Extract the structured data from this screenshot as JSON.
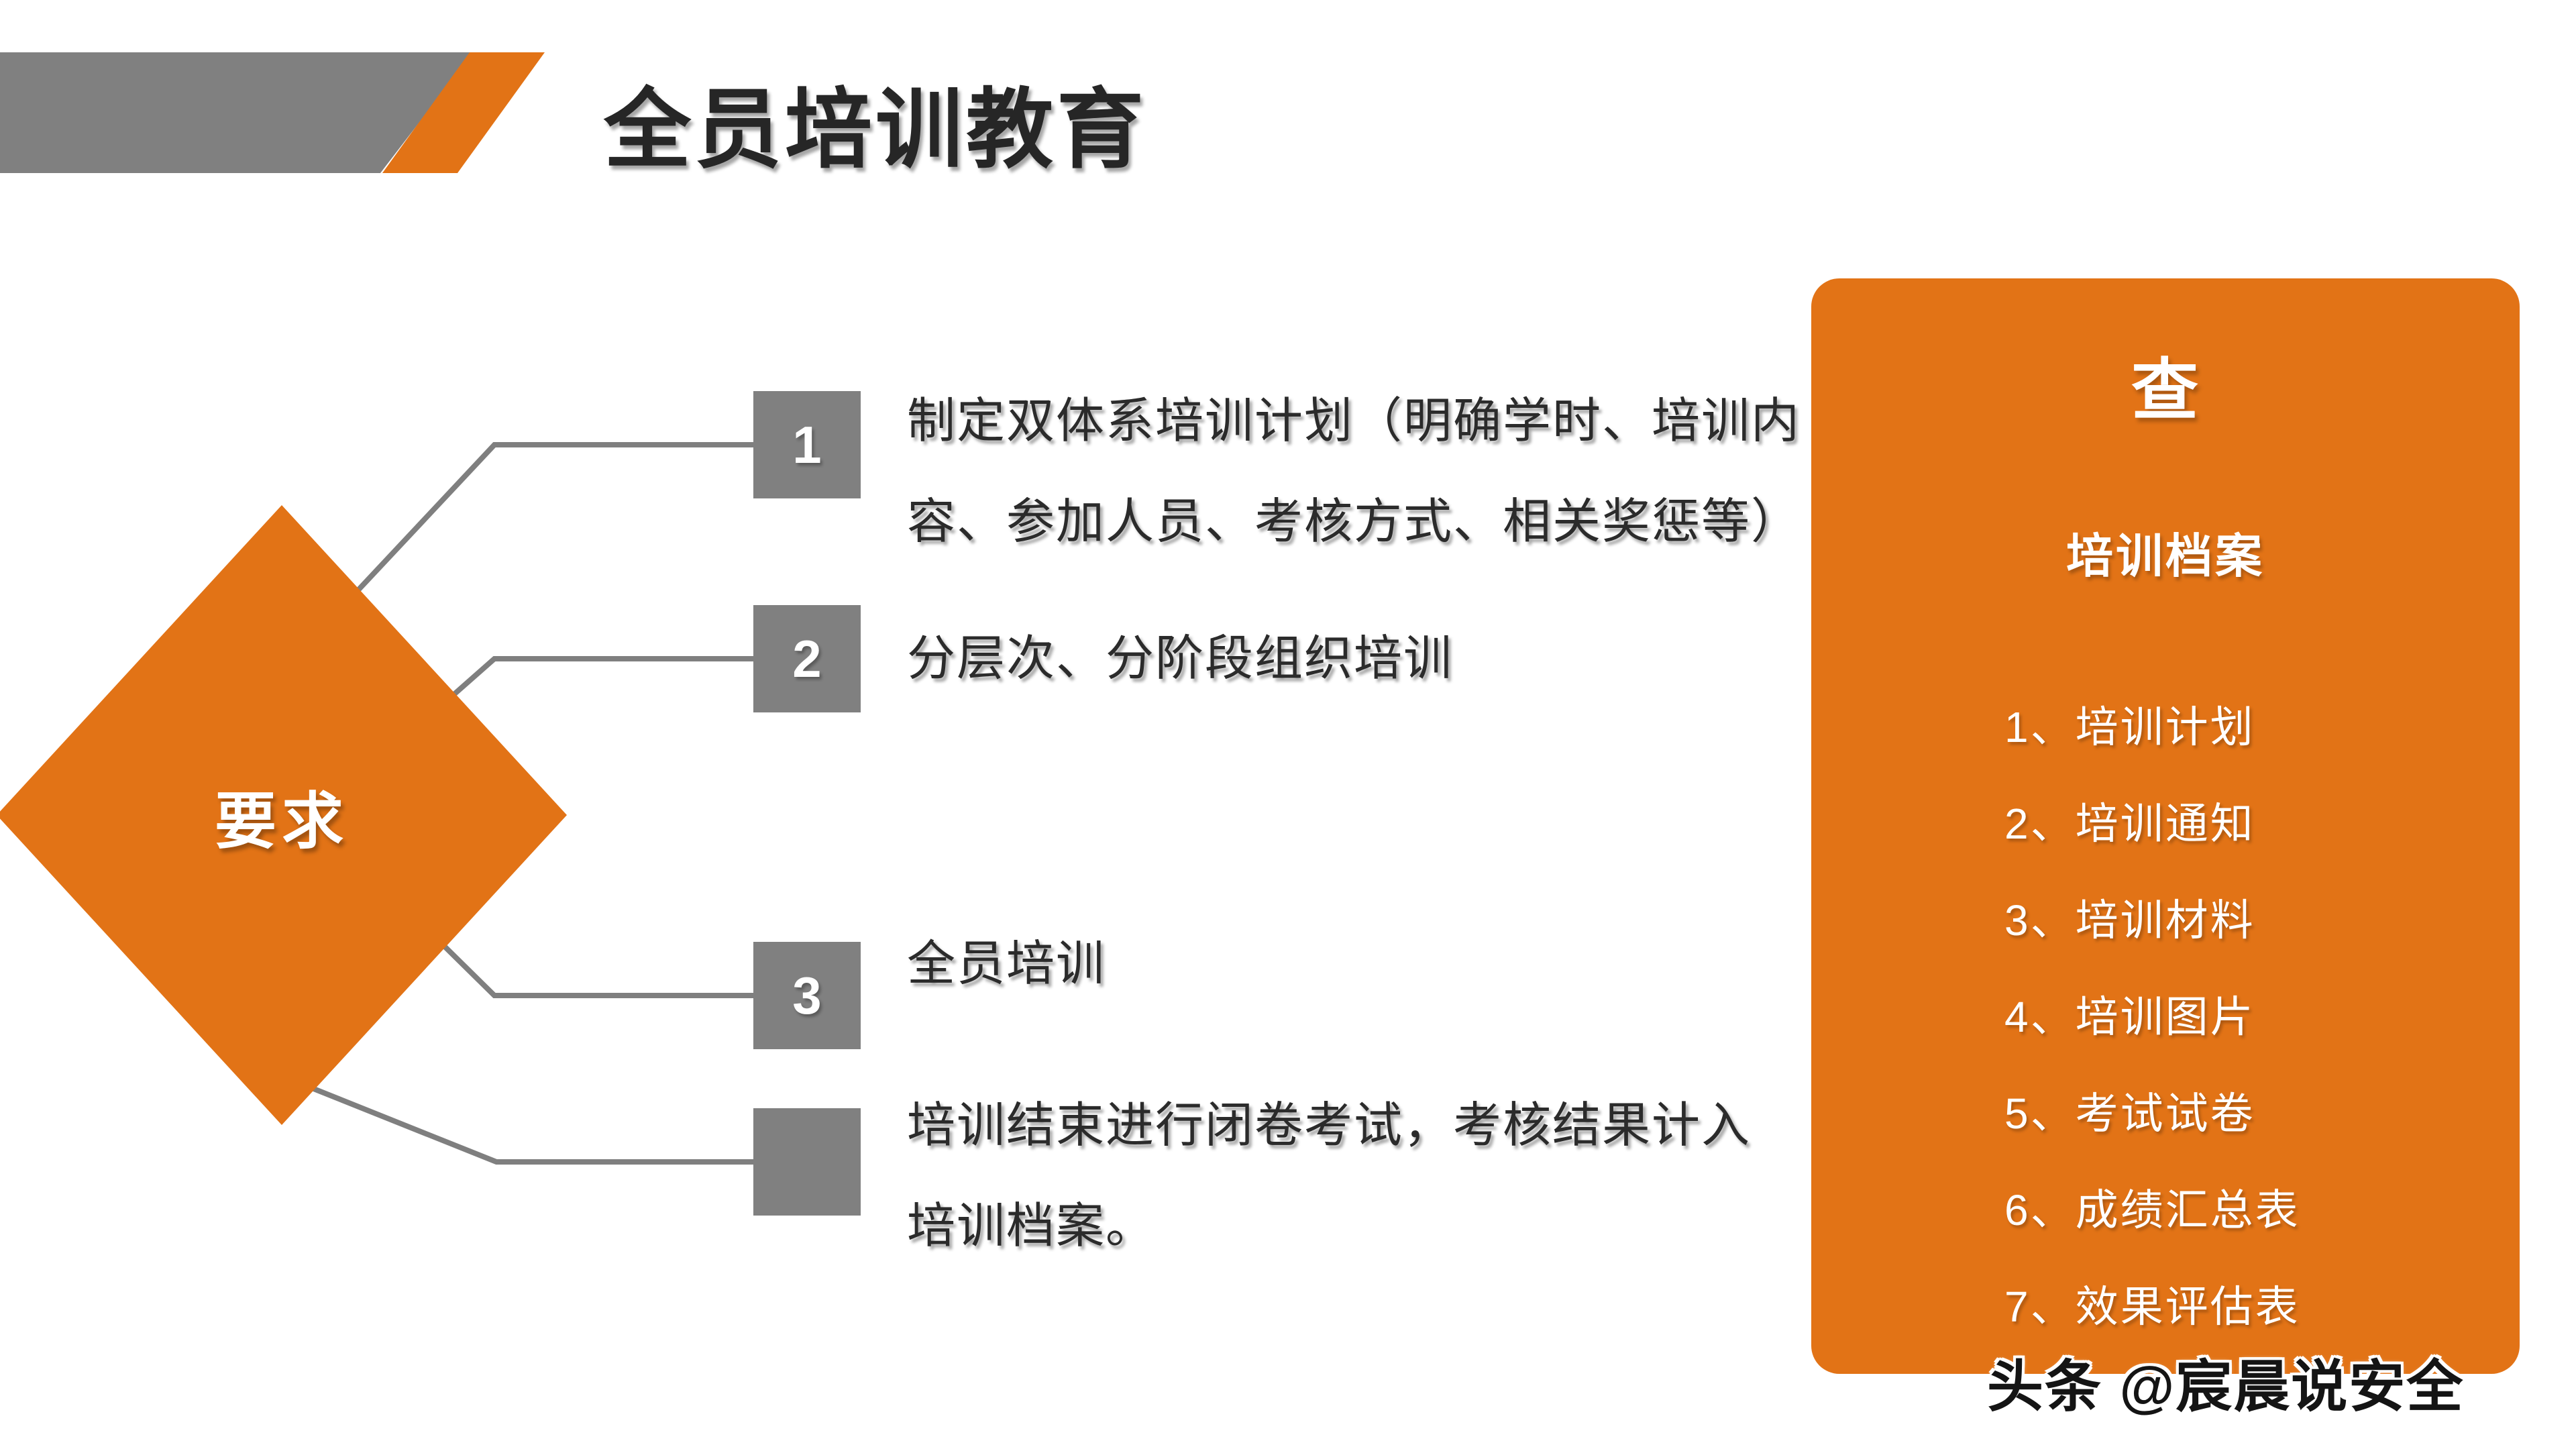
{
  "slide": {
    "title": "全员培训教育",
    "watermark": "头条 @宸晨说安全"
  },
  "colors": {
    "orange": "#E27316",
    "gray": "#808080",
    "line_gray": "#7F7F7F",
    "text_dark": "#2B2B2B",
    "white": "#FFFFFF"
  },
  "diagram": {
    "diamond_label": "要求",
    "items": [
      {
        "number": "1",
        "lines": [
          "制定双体系培训计划（明确学时、培训内",
          "容、参加人员、考核方式、相关奖惩等）"
        ]
      },
      {
        "number": "2",
        "lines": [
          "分层次、分阶段组织培训"
        ]
      },
      {
        "number": "3",
        "lines": [
          "全员培训"
        ]
      },
      {
        "number": "",
        "lines": [
          "培训结束进行闭卷考试，考核结果计入",
          "培训档案。"
        ]
      }
    ]
  },
  "panel": {
    "heading": "查",
    "subheading": "培训档案",
    "archive_items": [
      "1、培训计划",
      "2、培训通知",
      "3、培训材料",
      "4、培训图片",
      "5、考试试卷",
      "6、成绩汇总表",
      "7、效果评估表"
    ]
  }
}
